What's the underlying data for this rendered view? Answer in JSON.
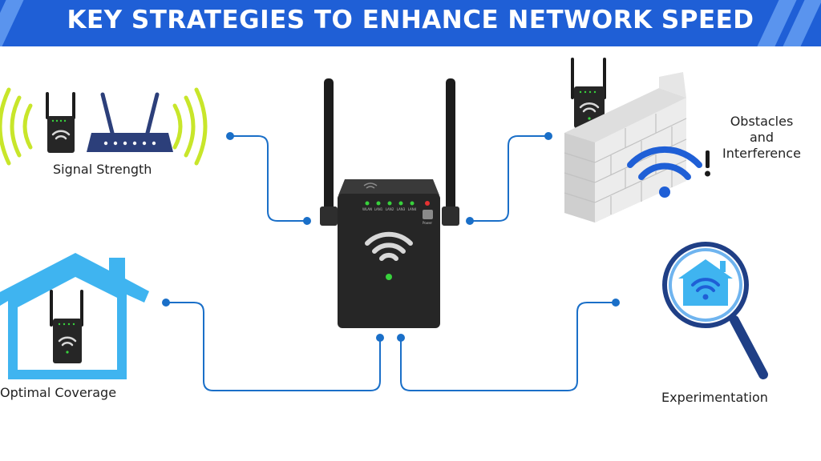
{
  "banner": {
    "title": "KEY STRATEGIES TO ENHANCE NETWORK SPEED"
  },
  "labels": {
    "signal_strength": "Signal Strength",
    "obstacles": "Obstacles\nand\nInterference",
    "optimal_coverage": "Optimal Coverage",
    "experimentation": "Experimentation"
  },
  "device": {
    "port_labels": [
      "WLAN",
      "LAN1",
      "LAN2",
      "LAN3",
      "LAN4"
    ],
    "power_label": "Power"
  },
  "colors": {
    "banner": "#1f5fd6",
    "connector": "#1a6fc8",
    "signal_wave": "#c8e62a",
    "house": "#3fb4f0",
    "wifi_blue": "#1f5fd6",
    "device": "#262626"
  }
}
